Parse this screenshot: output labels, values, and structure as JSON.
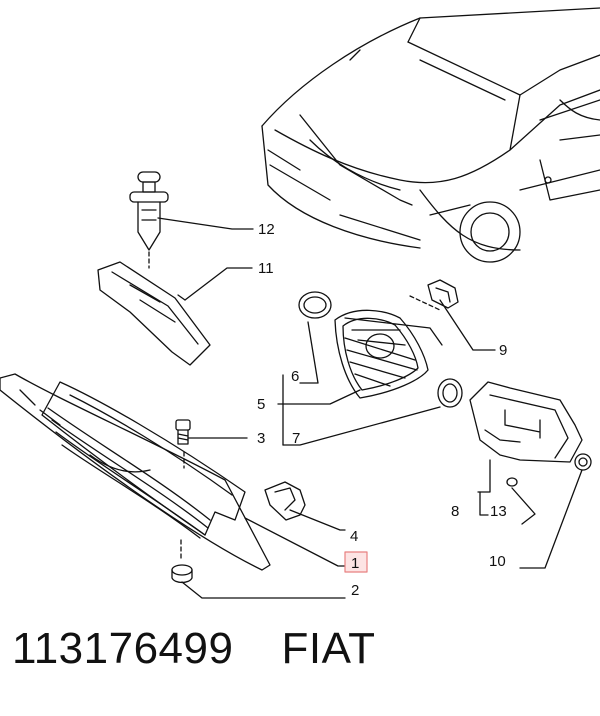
{
  "callouts": {
    "c1": "1",
    "c2": "2",
    "c3": "3",
    "c4": "4",
    "c5": "5",
    "c6": "6",
    "c7": "7",
    "c8": "8",
    "c9": "9",
    "c10": "10",
    "c11": "11",
    "c12": "12",
    "c13": "13"
  },
  "footer": {
    "part_number": "113176499",
    "brand": "FIAT"
  },
  "colors": {
    "line": "#111111",
    "highlight_fill": "#fde4e4",
    "highlight_stroke": "#e88080"
  }
}
